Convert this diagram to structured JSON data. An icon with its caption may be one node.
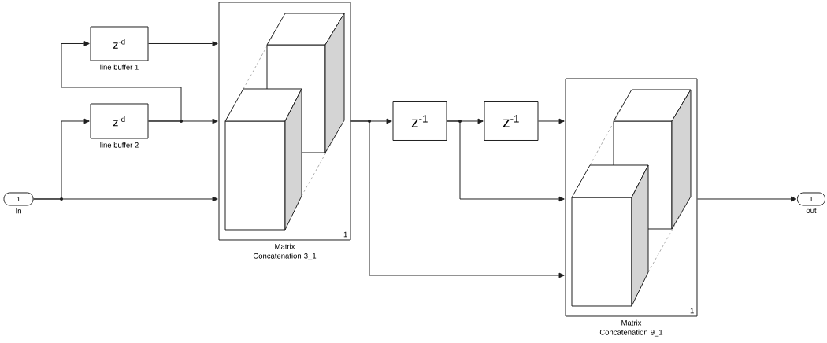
{
  "diagram": {
    "nodes": [
      {
        "text": [
          "1"
        ],
        "beside": [
          "In"
        ]
      },
      {
        "text": [
          "z$^{-d}$"
        ],
        "beside": [
          "line buffer 1"
        ]
      },
      {
        "text": [
          "z$^{-d}$"
        ],
        "beside": [
          "line buffer 2"
        ]
      },
      {
        "text": [
          "1"
        ],
        "beside": [
          "Matrix Concatenation 3_1"
        ]
      },
      {
        "text": [
          "z$^{-1}$"
        ]
      },
      {
        "text": [
          "z$^{-1}$"
        ]
      },
      {
        "text": [
          "1"
        ],
        "beside": [
          "Matrix Concatenation 9_1"
        ]
      },
      {
        "text": [
          "1"
        ],
        "beside": [
          "out"
        ]
      }
    ],
    "edges": [
      {
        "from": 0,
        "to": 3,
        "arrow": "to"
      },
      {
        "from": 0,
        "to": 2,
        "arrow": "to"
      },
      {
        "from": 2,
        "to": 3,
        "arrow": "to"
      },
      {
        "from": 2,
        "to": 1,
        "arrow": "to"
      },
      {
        "from": 1,
        "to": 3,
        "arrow": "to"
      },
      {
        "from": 3,
        "to": 4,
        "arrow": "to"
      },
      {
        "from": 3,
        "to": 6,
        "arrow": "to"
      },
      {
        "from": 4,
        "to": 5,
        "arrow": "to"
      },
      {
        "from": 4,
        "to": 6,
        "arrow": "to"
      },
      {
        "from": 5,
        "to": 6,
        "arrow": "to"
      },
      {
        "from": 6,
        "to": 7,
        "arrow": "to"
      }
    ]
  }
}
